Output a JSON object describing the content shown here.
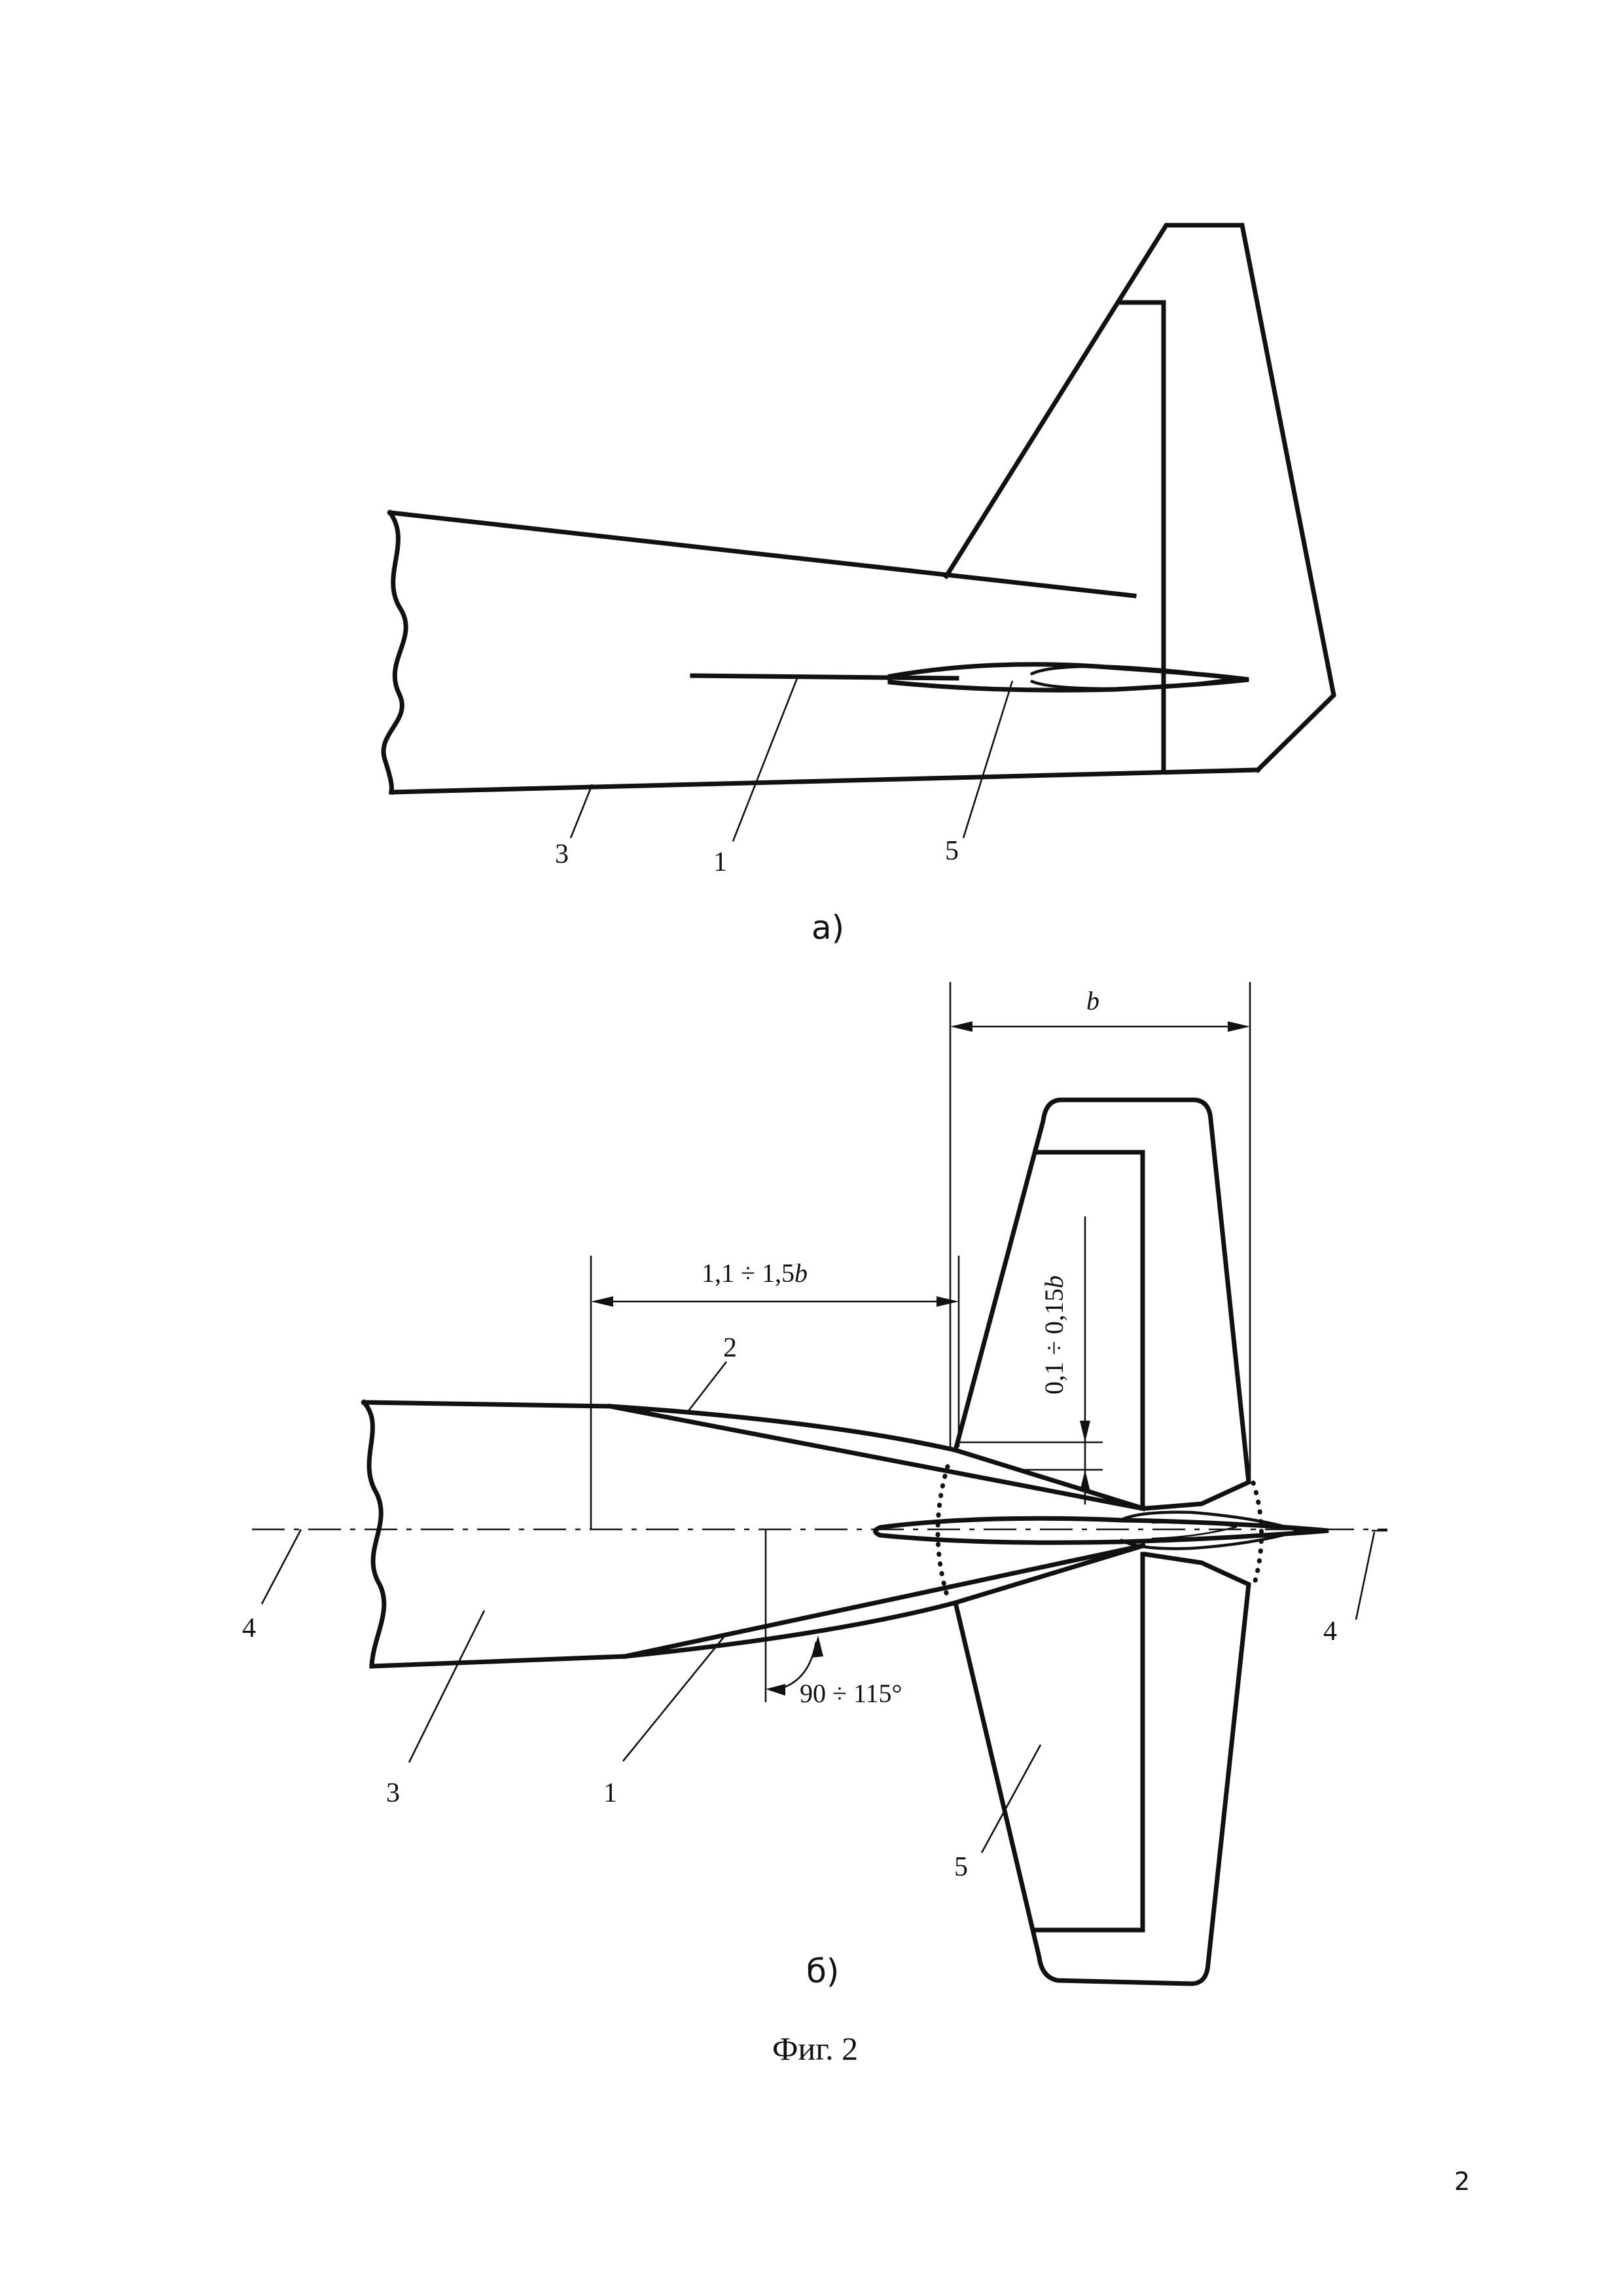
{
  "figure_a": {
    "caption": "а)",
    "labels": {
      "fuselage": "3",
      "strake": "1",
      "stabilizer": "5"
    }
  },
  "figure_b": {
    "caption": "б)",
    "labels": {
      "strake_lower": "1",
      "strake_upper": "2",
      "fuselage": "3",
      "axis_left": "4",
      "axis_right": "4",
      "stabilizer": "5"
    },
    "dimensions": {
      "chord": "b",
      "strake_length_value": "1,1 ÷ 1,5",
      "strake_length_unit": "b",
      "offset_value": "0,1 ÷ 0,15",
      "offset_unit": "b",
      "angle": "90 ÷ 115°"
    }
  },
  "figure_caption": "Фиг. 2",
  "page_number": "2"
}
